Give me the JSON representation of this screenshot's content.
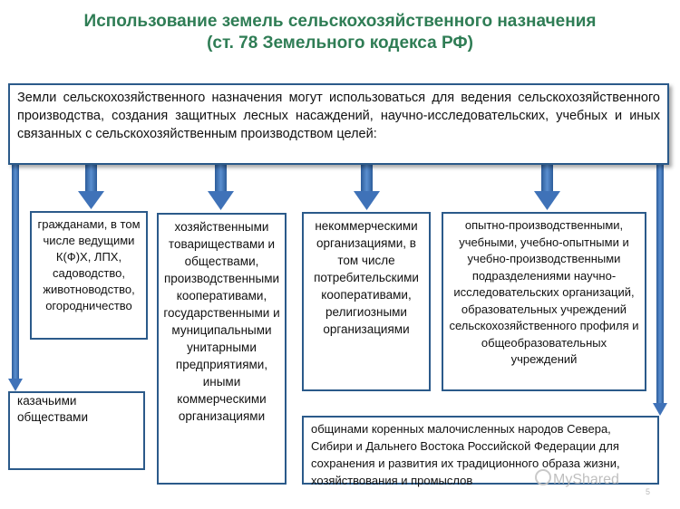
{
  "title": {
    "line1": "Использование земель сельскохозяйственного назначения",
    "line2": "(ст. 78 Земельного кодекса РФ)"
  },
  "main_text": "Земли сельскохозяйственного назначения могут использоваться для ведения сельскохозяйственного производства, создания защитных лесных насаждений, научно-исследовательских, учебных и иных связанных с сельскохозяйственным производством целей:",
  "boxes": {
    "citizens": "гражданами, в том числе ведущими К(Ф)Х, ЛПХ, садоводство, животноводство, огородничество",
    "commercial": "хозяйственными товариществами и обществами, производственными кооперативами, государственными и муниципальными унитарными предприятиями, иными коммерческими организациями",
    "noncommercial": "некоммерческими организациями, в том числе потребительскими кооперативами, религиозными организациями",
    "research": "опытно-производственными, учебными, учебно-опытными и учебно-производственными подразделениями научно-исследовательских организаций, образовательных учреждений сельскохозяйственного профиля и общеобразовательных учреждений",
    "cossack": "казачьими обществами",
    "indigenous": "общинами коренных малочисленных народов Севера, Сибири и Дальнего Востока Российской Федерации для сохранения и развития их традиционного образа жизни, хозяйствования и промыслов"
  },
  "watermark": "MyShared",
  "slide_number": "5",
  "colors": {
    "title": "#2f7d55",
    "border": "#2b5a8a",
    "arrow": "#3f72b8"
  }
}
